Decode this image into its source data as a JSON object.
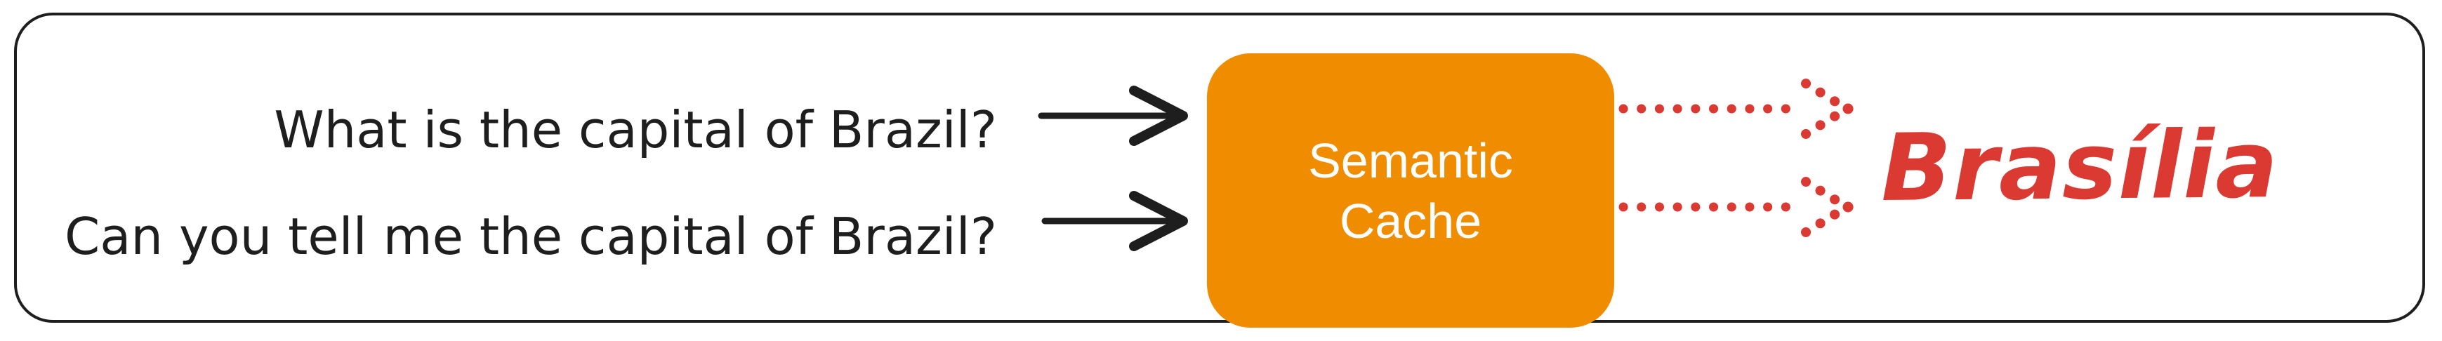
{
  "questions": [
    {
      "text": "What is the capital of Brazil?"
    },
    {
      "text": "Can you tell me the capital of Brazil?"
    }
  ],
  "cache_box": {
    "label": "Semantic\nCache"
  },
  "answer": {
    "text": "Brasília"
  },
  "colors": {
    "canvas_bg": "#ffffff",
    "frame_border": "#1e1e1e",
    "question_text": "#1e1e1e",
    "arrow_black": "#1e1e1e",
    "box_bg": "#f08c00",
    "box_text": "#ffffff",
    "answer_red": "#db3a33"
  }
}
